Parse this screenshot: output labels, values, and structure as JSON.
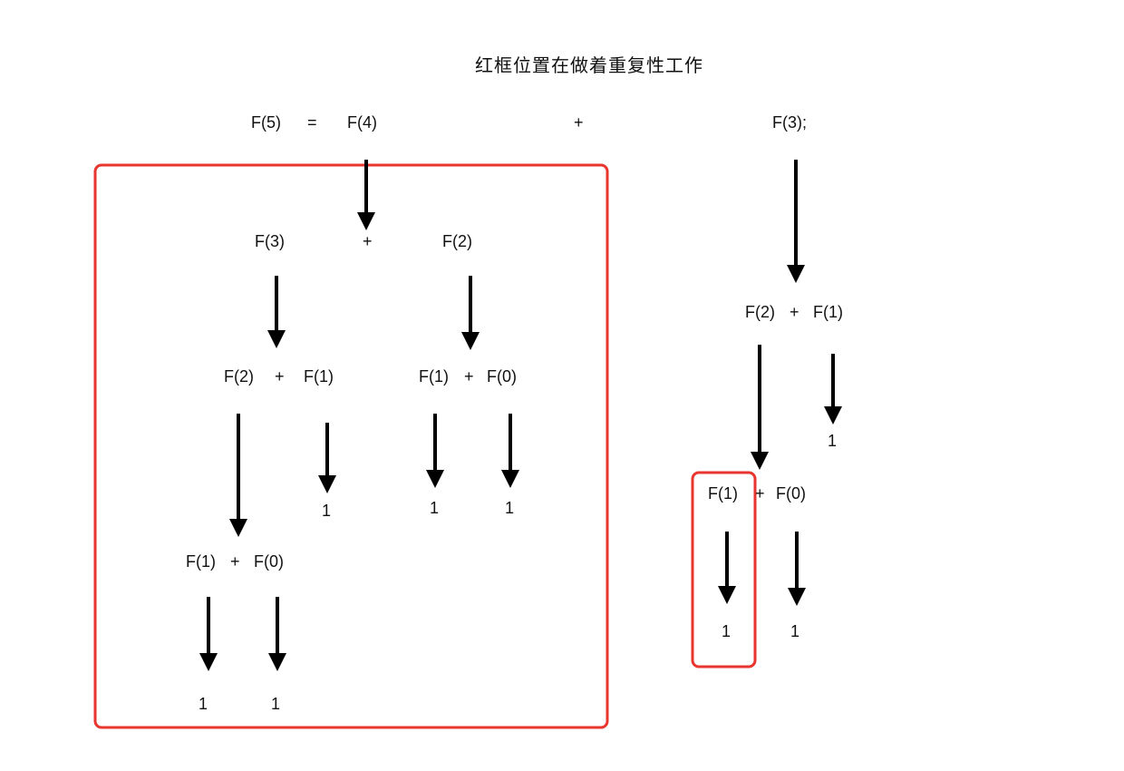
{
  "title": "红框位置在做着重复性工作",
  "colors": {
    "highlight_box": "#e8352e",
    "arrow": "#000000",
    "text": "#111111"
  },
  "nodes": {
    "n1": "F(5)",
    "n2": "=",
    "n3": "F(4)",
    "n4": "+",
    "n5": "F(3);",
    "n6": "F(3)",
    "n7": "+",
    "n8": "F(2)",
    "n9": "F(2)",
    "n10": "+",
    "n11": "F(1)",
    "n12": "F(1)",
    "n13": "+",
    "n14": "F(0)",
    "n15": "1",
    "n16": "1",
    "n17": "1",
    "n18": "F(1)",
    "n19": "+",
    "n20": "F(0)",
    "n21": "1",
    "n22": "1",
    "n23": "F(2)",
    "n24": "+",
    "n25": "F(1)",
    "n26": "1",
    "n27": "F(1)",
    "n28": "+",
    "n29": "F(0)",
    "n30": "1",
    "n31": "1"
  }
}
